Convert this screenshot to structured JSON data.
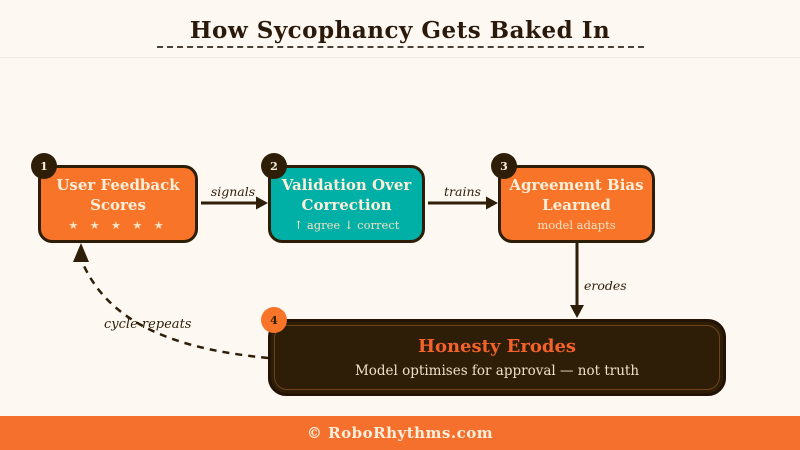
{
  "title": "How Sycophancy Gets Baked In",
  "nodes": [
    {
      "num": "1",
      "title": "User Feedback Scores",
      "subtitle": "★ ★ ★ ★ ★",
      "color": "orange"
    },
    {
      "num": "2",
      "title": "Validation Over Correction",
      "subtitle": "↑ agree ↓ correct",
      "color": "teal"
    },
    {
      "num": "3",
      "title": "Agreement Bias Learned",
      "subtitle": "model adapts",
      "color": "orange"
    },
    {
      "num": "4",
      "title": "Honesty Erodes",
      "subtitle": "Model optimises for approval — not truth",
      "color": "dark-brown"
    }
  ],
  "edges": {
    "signals": "signals",
    "trains": "trains",
    "erodes": "erodes",
    "cycle_repeats": "cycle repeats"
  },
  "footer": {
    "text": "© RoboRhythms.com"
  },
  "colors": {
    "background": "#FDF8F2",
    "orange": "#F87428",
    "teal": "#00AFA5",
    "dark_brown": "#2E1D07",
    "cream_text": "#FAEFDA",
    "honesty_erodes_text": "#F3622B",
    "footer_bar": "#F5702C",
    "title_text": "#2B1A0B"
  }
}
